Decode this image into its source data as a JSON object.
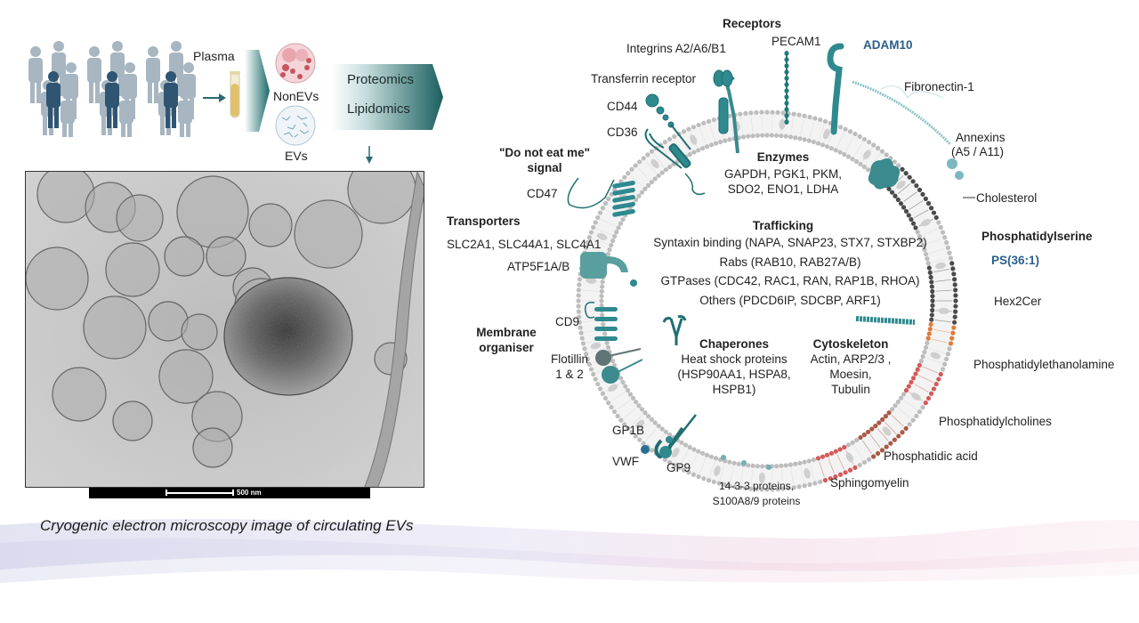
{
  "workflow": {
    "plasma_label": "Plasma",
    "fractions": [
      {
        "label": "NonEVs",
        "icon": "non-ev-particles-icon"
      },
      {
        "label": "EVs",
        "icon": "ev-particles-icon"
      }
    ],
    "omics": [
      "Proteomics",
      "Lipidomics"
    ],
    "icons": [
      "people-cohort-icon",
      "blood-tube-icon",
      "arrow-right-icon",
      "arrow-down-icon"
    ]
  },
  "micrograph": {
    "scale_label": "500 nm",
    "caption": "Cryogenic electron microscopy image of circulating EVs"
  },
  "diagram": {
    "receptors": {
      "title": "Receptors",
      "items": [
        "Integrins A2/A6/B1",
        "PECAM1",
        "ADAM10",
        "Transferrin receptor",
        "CD44",
        "CD36"
      ]
    },
    "extracellular": [
      "Fibronectin-1",
      "Annexins",
      "(A5 / A11)"
    ],
    "dont_eat_me": {
      "title_line1": "\"Do not eat me\"",
      "title_line2": "signal",
      "item": "CD47"
    },
    "transporters": {
      "title": "Transporters",
      "items": [
        "SLC2A1, SLC44A1, SLC4A1",
        "ATP5F1A/B"
      ]
    },
    "membrane_organiser": {
      "title_line1": "Membrane",
      "title_line2": "organiser",
      "items": [
        "CD9",
        "Flotillin",
        "1 & 2"
      ]
    },
    "platelet": [
      "GP1B",
      "VWF",
      "GP9"
    ],
    "soluble": [
      "14-3-3 proteins,",
      "S100A8/9 proteins"
    ],
    "enzymes": {
      "title": "Enzymes",
      "lines": [
        "GAPDH, PGK1, PKM,",
        "SDO2, ENO1, LDHA"
      ]
    },
    "trafficking": {
      "title": "Trafficking",
      "lines": [
        "Syntaxin binding (NAPA, SNAP23, STX7,  STXBP2)",
        "Rabs (RAB10, RAB27A/B)",
        "GTPases (CDC42, RAC1, RAN, RAP1B, RHOA)",
        "Others (PDCD6IP, SDCBP, ARF1)"
      ]
    },
    "chaperones": {
      "title": "Chaperones",
      "lines": [
        "Heat shock proteins",
        "(HSP90AA1, HSPA8,",
        "HSPB1)"
      ]
    },
    "cytoskeleton": {
      "title": "Cytoskeleton",
      "lines": [
        "Actin, ARP2/3 ,",
        "Moesin,",
        "Tubulin"
      ]
    },
    "lipids": {
      "cholesterol": "Cholesterol",
      "ps_title": "Phosphatidylserine",
      "ps_species": "PS(36:1)",
      "hex2cer": "Hex2Cer",
      "pe": "Phosphatidylethanolamine",
      "pc": "Phosphatidylcholines",
      "pa": "Phosphatidic acid",
      "sm": "Sphingomyelin"
    },
    "colors": {
      "teal": "#2e8a8e",
      "teal_dark": "#1f6e70",
      "membrane_grey": "#bdbdbd",
      "ps_dark": "#4a4a4a",
      "hex2cer_orange": "#e07b3c",
      "pe_red": "#d45a5a",
      "pc_brown": "#a85a46",
      "highlight_blue": "#2a5f8a"
    }
  }
}
